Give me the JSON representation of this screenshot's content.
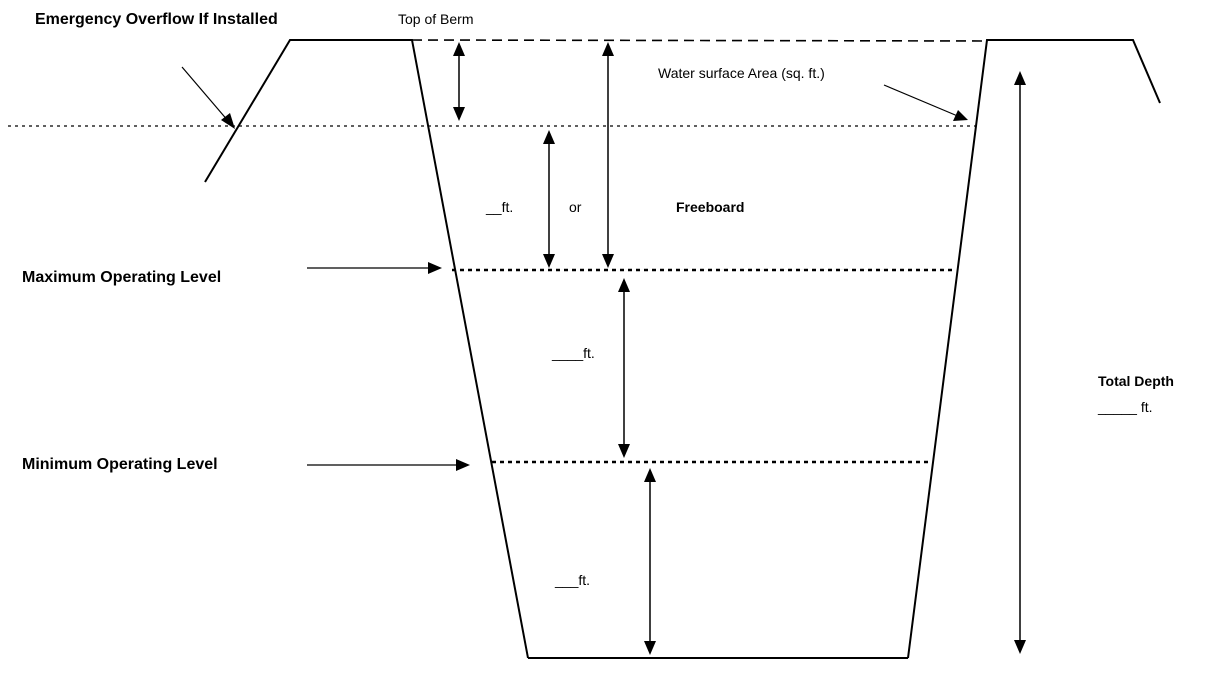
{
  "labels": {
    "emergency_overflow": "Emergency Overflow If Installed",
    "top_of_berm": "Top of Berm",
    "water_surface_area": "Water surface Area (sq. ft.)",
    "freeboard_ft": "__ft.",
    "or": "or",
    "freeboard": "Freeboard",
    "max_operating_level": "Maximum Operating Level",
    "operating_range_ft": "____ft.",
    "min_operating_level": "Minimum Operating Level",
    "bottom_ft": "___ft.",
    "total_depth": "Total Depth",
    "total_depth_ft": "_____ ft."
  }
}
